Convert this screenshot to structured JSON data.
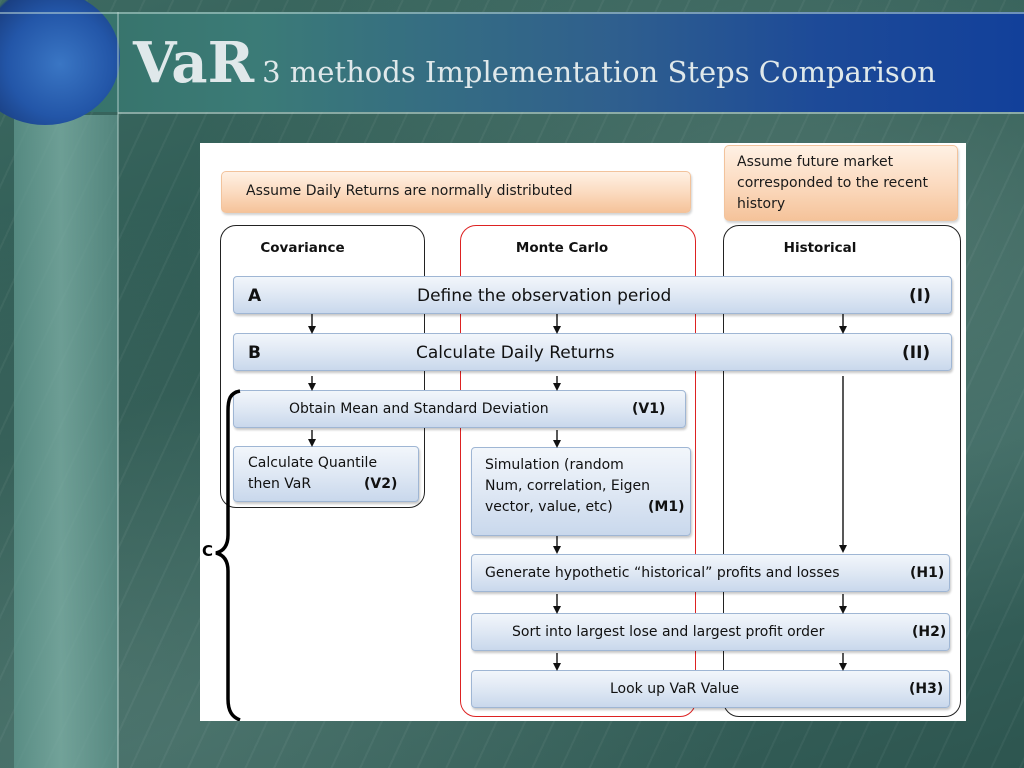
{
  "slide": {
    "title_big": "VaR",
    "title_rest": "3 methods Implementation Steps Comparison"
  },
  "diagram": {
    "note_left": "Assume Daily Returns are normally distributed",
    "note_right": "Assume future market corresponded to the recent history",
    "columns": {
      "covariance": "Covariance",
      "monte_carlo": "Monte Carlo",
      "historical": "Historical"
    },
    "step_a": {
      "letter": "A",
      "text": "Define the observation period",
      "code": "(I)"
    },
    "step_b": {
      "letter": "B",
      "text": "Calculate Daily Returns",
      "code": "(II)"
    },
    "step_v1": {
      "text": "Obtain Mean and Standard Deviation",
      "code": "(V1)"
    },
    "step_v2": {
      "line1": "Calculate Quantile",
      "line2": "then VaR",
      "code": "(V2)"
    },
    "step_m1": {
      "line1": "Simulation (random",
      "line2": "Num, correlation, Eigen",
      "line3": "vector, value, etc)",
      "code": "(M1)"
    },
    "step_h1": {
      "text": "Generate hypothetic “historical” profits and losses",
      "code": "(H1)"
    },
    "step_h2": {
      "text": "Sort into largest lose and largest profit order",
      "code": "(H2)"
    },
    "step_h3": {
      "text": "Look up VaR Value",
      "code": "(H3)"
    },
    "brace_label": "C"
  }
}
